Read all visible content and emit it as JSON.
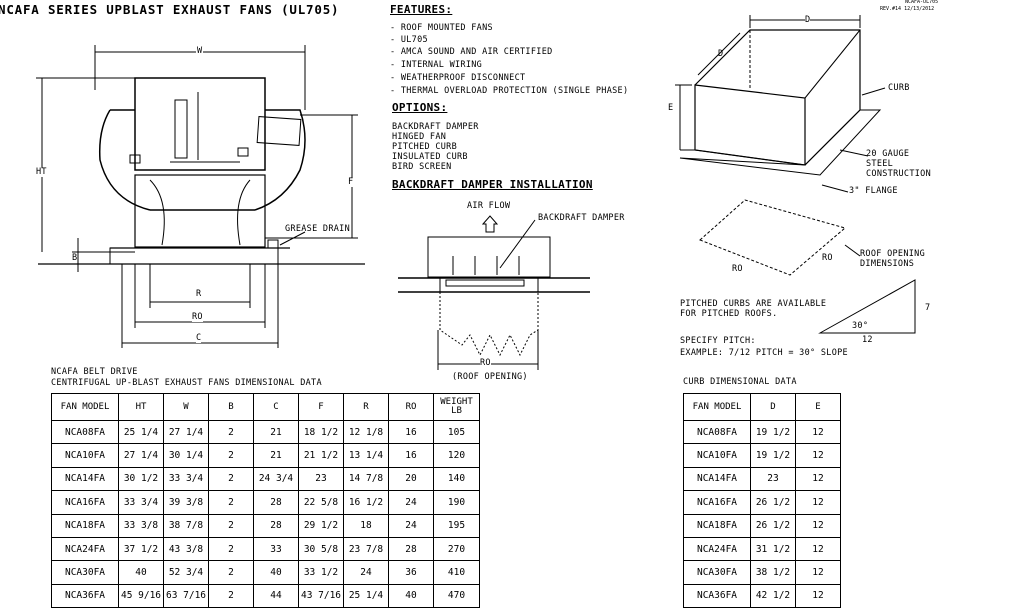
{
  "title": "NCAFA SERIES UPBLAST EXHAUST FANS (UL705)",
  "doc_ref": {
    "code": "NCAFA-UL705",
    "rev": "REV.#14  12/13/2012"
  },
  "fan_drawing": {
    "w": "W",
    "ht": "HT",
    "f": "F",
    "b": "B",
    "r": "R",
    "ro": "RO",
    "c": "C",
    "grease": "GREASE DRAIN"
  },
  "features": {
    "heading": "FEATURES:",
    "items": [
      "- ROOF MOUNTED FANS",
      "- UL705",
      "- AMCA SOUND AND AIR CERTIFIED",
      "- INTERNAL WIRING",
      "- WEATHERPROOF DISCONNECT",
      "- THERMAL OVERLOAD PROTECTION (SINGLE PHASE)"
    ]
  },
  "options": {
    "heading": "OPTIONS:",
    "items": [
      "BACKDRAFT DAMPER",
      "HINGED FAN",
      "PITCHED CURB",
      "INSULATED CURB",
      "BIRD SCREEN"
    ]
  },
  "damper": {
    "heading": "BACKDRAFT DAMPER INSTALLATION",
    "air_flow": "AIR FLOW",
    "label": "BACKDRAFT DAMPER",
    "ro": "RO",
    "opening": "(ROOF OPENING)"
  },
  "curb_drawing": {
    "d1": "D",
    "d2": "D",
    "e": "E",
    "curb": "CURB",
    "gauge1": "20 GAUGE",
    "gauge2": "STEEL",
    "gauge3": "CONSTRUCTION",
    "flange": "3\" FLANGE",
    "ro1": "RO",
    "ro2": "RO",
    "roof1": "ROOF OPENING",
    "roof2": "DIMENSIONS"
  },
  "pitch": {
    "line1": "PITCHED CURBS ARE AVAILABLE",
    "line2": "FOR PITCHED ROOFS.",
    "line3": "SPECIFY PITCH:",
    "line4": "EXAMPLE: 7/12 PITCH = 30° SLOPE",
    "seven": "7",
    "twelve": "12",
    "angle": "30°"
  },
  "fan_table": {
    "caption1": "NCAFA BELT DRIVE",
    "caption2": "CENTRIFUGAL UP-BLAST EXHAUST FANS DIMENSIONAL DATA",
    "headers": [
      "FAN MODEL",
      "HT",
      "W",
      "B",
      "C",
      "F",
      "R",
      "RO",
      "WEIGHT",
      "LB"
    ],
    "rows": [
      [
        "NCA08FA",
        "25 1/4",
        "27 1/4",
        "2",
        "21",
        "18 1/2",
        "12 1/8",
        "16",
        "105"
      ],
      [
        "NCA10FA",
        "27 1/4",
        "30 1/4",
        "2",
        "21",
        "21 1/2",
        "13 1/4",
        "16",
        "120"
      ],
      [
        "NCA14FA",
        "30 1/2",
        "33 3/4",
        "2",
        "24 3/4",
        "23",
        "14 7/8",
        "20",
        "140"
      ],
      [
        "NCA16FA",
        "33 3/4",
        "39 3/8",
        "2",
        "28",
        "22 5/8",
        "16 1/2",
        "24",
        "190"
      ],
      [
        "NCA18FA",
        "33 3/8",
        "38 7/8",
        "2",
        "28",
        "29 1/2",
        "18",
        "24",
        "195"
      ],
      [
        "NCA24FA",
        "37 1/2",
        "43 3/8",
        "2",
        "33",
        "30 5/8",
        "23 7/8",
        "28",
        "270"
      ],
      [
        "NCA30FA",
        "40",
        "52 3/4",
        "2",
        "40",
        "33 1/2",
        "24",
        "36",
        "410"
      ],
      [
        "NCA36FA",
        "45 9/16",
        "63 7/16",
        "2",
        "44",
        "43 7/16",
        "25 1/4",
        "40",
        "470"
      ]
    ]
  },
  "curb_table": {
    "caption": "CURB DIMENSIONAL DATA",
    "headers": [
      "FAN MODEL",
      "D",
      "E"
    ],
    "rows": [
      [
        "NCA08FA",
        "19 1/2",
        "12"
      ],
      [
        "NCA10FA",
        "19 1/2",
        "12"
      ],
      [
        "NCA14FA",
        "23",
        "12"
      ],
      [
        "NCA16FA",
        "26 1/2",
        "12"
      ],
      [
        "NCA18FA",
        "26 1/2",
        "12"
      ],
      [
        "NCA24FA",
        "31 1/2",
        "12"
      ],
      [
        "NCA30FA",
        "38 1/2",
        "12"
      ],
      [
        "NCA36FA",
        "42 1/2",
        "12"
      ]
    ]
  }
}
